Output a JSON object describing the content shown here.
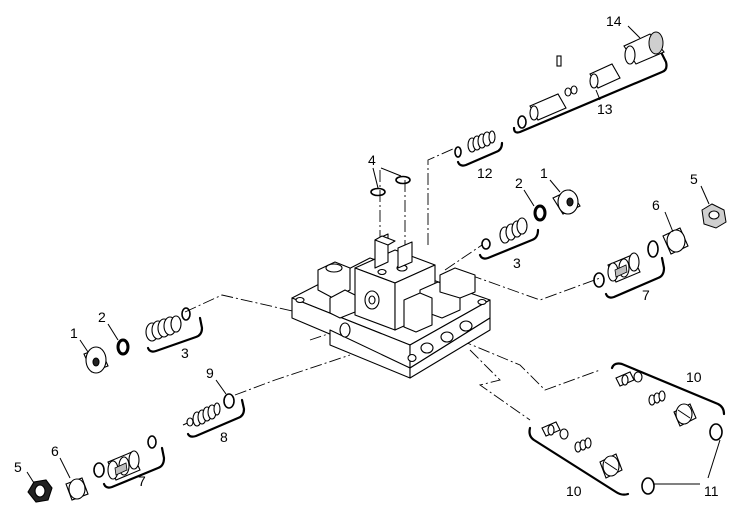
{
  "labels": {
    "l1a": "1",
    "l1b": "1",
    "l2a": "2",
    "l2b": "2",
    "l3a": "3",
    "l3b": "3",
    "l4": "4",
    "l5a": "5",
    "l5b": "5",
    "l6a": "6",
    "l6b": "6",
    "l7a": "7",
    "l7b": "7",
    "l8": "8",
    "l9": "9",
    "l10a": "10",
    "l10b": "10",
    "l11": "11",
    "l12": "12",
    "l13": "13",
    "l14": "14"
  }
}
